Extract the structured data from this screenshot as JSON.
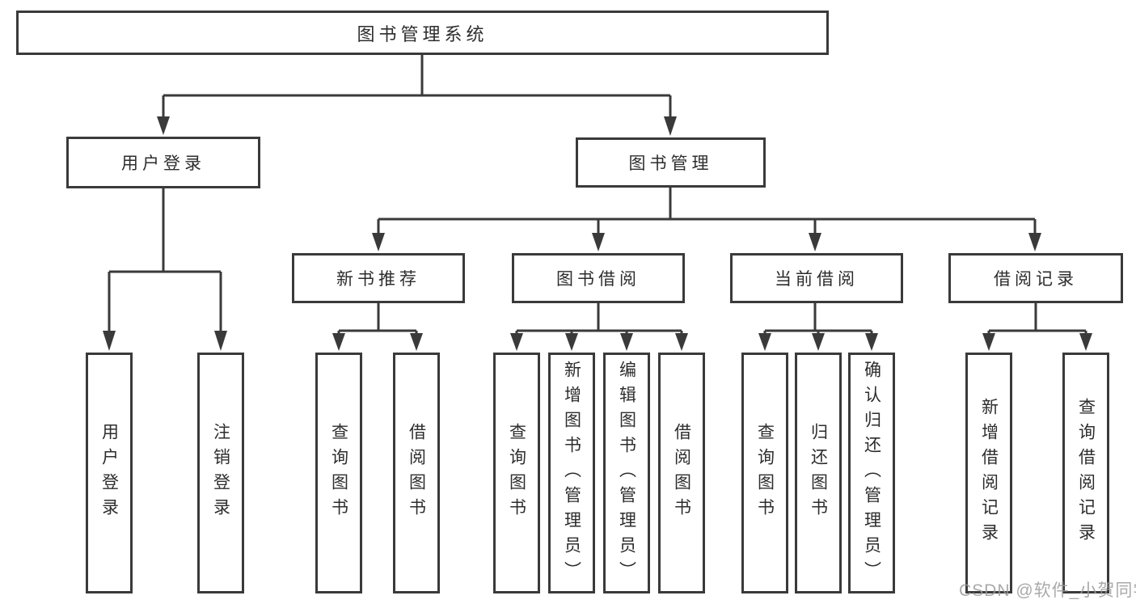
{
  "diagram_title": "图书管理系统",
  "tree": {
    "label": "图书管理系统",
    "children": [
      {
        "label": "用户登录",
        "children": [
          {
            "label": "用户登录"
          },
          {
            "label": "注销登录"
          }
        ]
      },
      {
        "label": "图书管理",
        "children": [
          {
            "label": "新书推荐",
            "children": [
              {
                "label": "查询图书"
              },
              {
                "label": "借阅图书"
              }
            ]
          },
          {
            "label": "图书借阅",
            "children": [
              {
                "label": "查询图书"
              },
              {
                "label": "新增图书（管理员）"
              },
              {
                "label": "编辑图书（管理员）"
              },
              {
                "label": "借阅图书"
              }
            ]
          },
          {
            "label": "当前借阅",
            "children": [
              {
                "label": "查询图书"
              },
              {
                "label": "归还图书"
              },
              {
                "label": "确认归还（管理员）"
              }
            ]
          },
          {
            "label": "借阅记录",
            "children": [
              {
                "label": "新增借阅记录"
              },
              {
                "label": "查询借阅记录"
              }
            ]
          }
        ]
      }
    ]
  },
  "watermark": {
    "text": "CSDN @软件_小贺同学"
  },
  "colors": {
    "line": "#3a3a3a",
    "box_border": "#3a3a3a",
    "text": "#2d2d2d",
    "watermark": "#9b9b9b",
    "background": "#ffffff"
  }
}
